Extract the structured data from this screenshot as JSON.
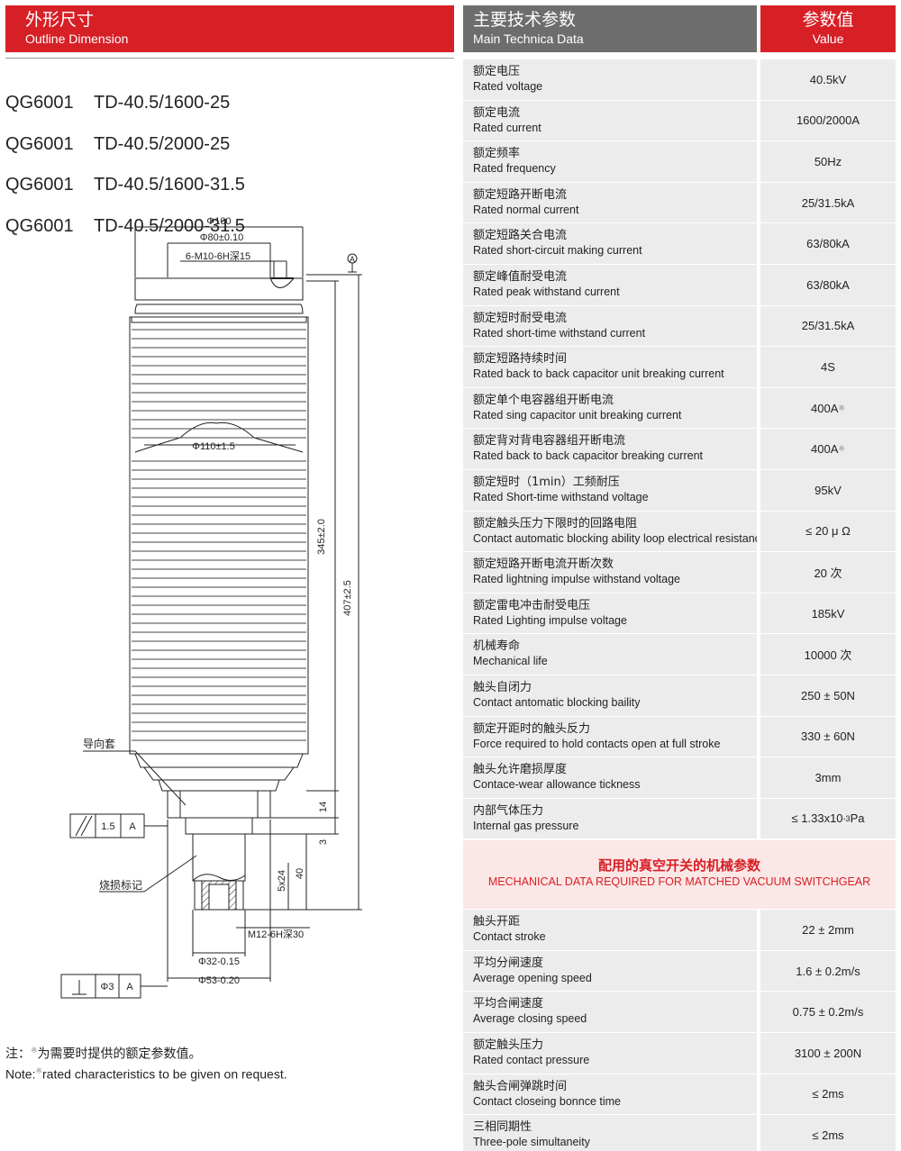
{
  "left_header": {
    "cn": "外形尺寸",
    "en": "Outline Dimension"
  },
  "models": [
    {
      "series": "QG6001",
      "type": "TD-40.5/1600-25"
    },
    {
      "series": "QG6001",
      "type": "TD-40.5/2000-25"
    },
    {
      "series": "QG6001",
      "type": "TD-40.5/1600-31.5"
    },
    {
      "series": "QG6001",
      "type": "TD-40.5/2000-31.5"
    }
  ],
  "drawing": {
    "dim_d100": "Φ100",
    "dim_d80": "Φ80±0.10",
    "dim_thread_top": "6-M10-6H深15",
    "datum_a": "A",
    "dim_d110": "Φ110±1.5",
    "dim_345": "345±2.0",
    "dim_407": "407±2.5",
    "label_guide": "导向套",
    "label_burn": "烧损标记",
    "dim_14": "14",
    "dim_3": "3",
    "dim_40": "40",
    "dim_5x24": "5x24",
    "dim_thread_bottom": "M12-6H深30",
    "dim_d32": "Φ32-0.15",
    "dim_d53": "Φ53-0.20",
    "tol_parallel_value": "1.5",
    "tol_parallel_datum": "A",
    "tol_perp_value": "Φ3",
    "tol_perp_datum": "A"
  },
  "note": {
    "cn_prefix": "注：",
    "cn_mark": "※",
    "cn_text": "为需要时提供的额定参数值。",
    "en_prefix": "Note:",
    "en_mark": "※",
    "en_text": "rated characteristics to be given on request."
  },
  "table_header": {
    "param_cn": "主要技术参数",
    "param_en": "Main Technica Data",
    "value_cn": "参数值",
    "value_en": "Value"
  },
  "main_rows": [
    {
      "cn": "额定电压",
      "en": "Rated voltage",
      "value": "40.5kV"
    },
    {
      "cn": "额定电流",
      "en": "Rated current",
      "value": "1600/2000A"
    },
    {
      "cn": "额定频率",
      "en": "Rated frequency",
      "value": "50Hz"
    },
    {
      "cn": "额定短路开断电流",
      "en": "Rated normal current",
      "value": "25/31.5kA"
    },
    {
      "cn": "额定短路关合电流",
      "en": "Rated short-circuit making current",
      "value": "63/80kA"
    },
    {
      "cn": "额定峰值耐受电流",
      "en": "Rated peak withstand current",
      "value": "63/80kA"
    },
    {
      "cn": "额定短时耐受电流",
      "en": "Rated short-time withstand current",
      "value": "25/31.5kA"
    },
    {
      "cn": "额定短路持续时间",
      "en": "Rated back to back capacitor unit breaking current",
      "value": "4S"
    },
    {
      "cn": "额定单个电容器组开断电流",
      "en": "Rated sing capacitor unit breaking current",
      "value": "400A",
      "mark": "※"
    },
    {
      "cn": "额定背对背电容器组开断电流",
      "en": "Rated back to back capacitor breaking current",
      "value": "400A",
      "mark": "※"
    },
    {
      "cn": "额定短时（1min）工频耐压",
      "en": "Rated Short-time withstand voltage",
      "value": "95kV"
    },
    {
      "cn": "额定触头压力下限时的回路电阻",
      "en": "Contact automatic blocking ability loop electrical resistance",
      "value": "≤ 20 μ  Ω"
    },
    {
      "cn": "额定短路开断电流开断次数",
      "en": "Rated lightning impulse withstand voltage",
      "value": "20 次"
    },
    {
      "cn": "额定雷电冲击耐受电压",
      "en": "Rated Lighting impulse  voltage",
      "value": "185kV"
    },
    {
      "cn": "机械寿命",
      "en": "Mechanical life",
      "value": "10000 次"
    },
    {
      "cn": "触头自闭力",
      "en": "Contact antomatic blocking baility",
      "value": "250 ± 50N"
    },
    {
      "cn": "额定开距时的触头反力",
      "en": "Force required to hold contacts open at full stroke",
      "value": "330 ± 60N"
    },
    {
      "cn": "触头允许磨损厚度",
      "en": "Contace-wear allowance tickness",
      "value": "3mm"
    },
    {
      "cn": "内部气体压力",
      "en": "Internal gas pressure",
      "value": "≤ 1.33x10",
      "exp": "-3",
      "unit": "Pa"
    }
  ],
  "section": {
    "cn": "配用的真空开关的机械参数",
    "en": "MECHANICAL DATA REQUIRED FOR MATCHED VACUUM SWITCHGEAR"
  },
  "mech_rows": [
    {
      "cn": "触头开距",
      "en": "Contact stroke",
      "value": "22 ± 2mm"
    },
    {
      "cn": "平均分闸速度",
      "en": "Average opening speed",
      "value": "1.6 ± 0.2m/s"
    },
    {
      "cn": "平均合闸速度",
      "en": "Average closing speed",
      "value": "0.75 ± 0.2m/s"
    },
    {
      "cn": "额定触头压力",
      "en": "Rated contact pressure",
      "value": "3100 ± 200N"
    },
    {
      "cn": "触头合闸弹跳时间",
      "en": "Contact closeing bonnce time",
      "value": "≤ 2ms"
    },
    {
      "cn": "三相同期性",
      "en": "Three-pole simultaneity",
      "value": "≤ 2ms"
    }
  ],
  "colors": {
    "accent_red": "#d71f26",
    "header_gray": "#6d6d6d",
    "row_bg": "#ececec",
    "section_bg": "#fbe7e6"
  }
}
